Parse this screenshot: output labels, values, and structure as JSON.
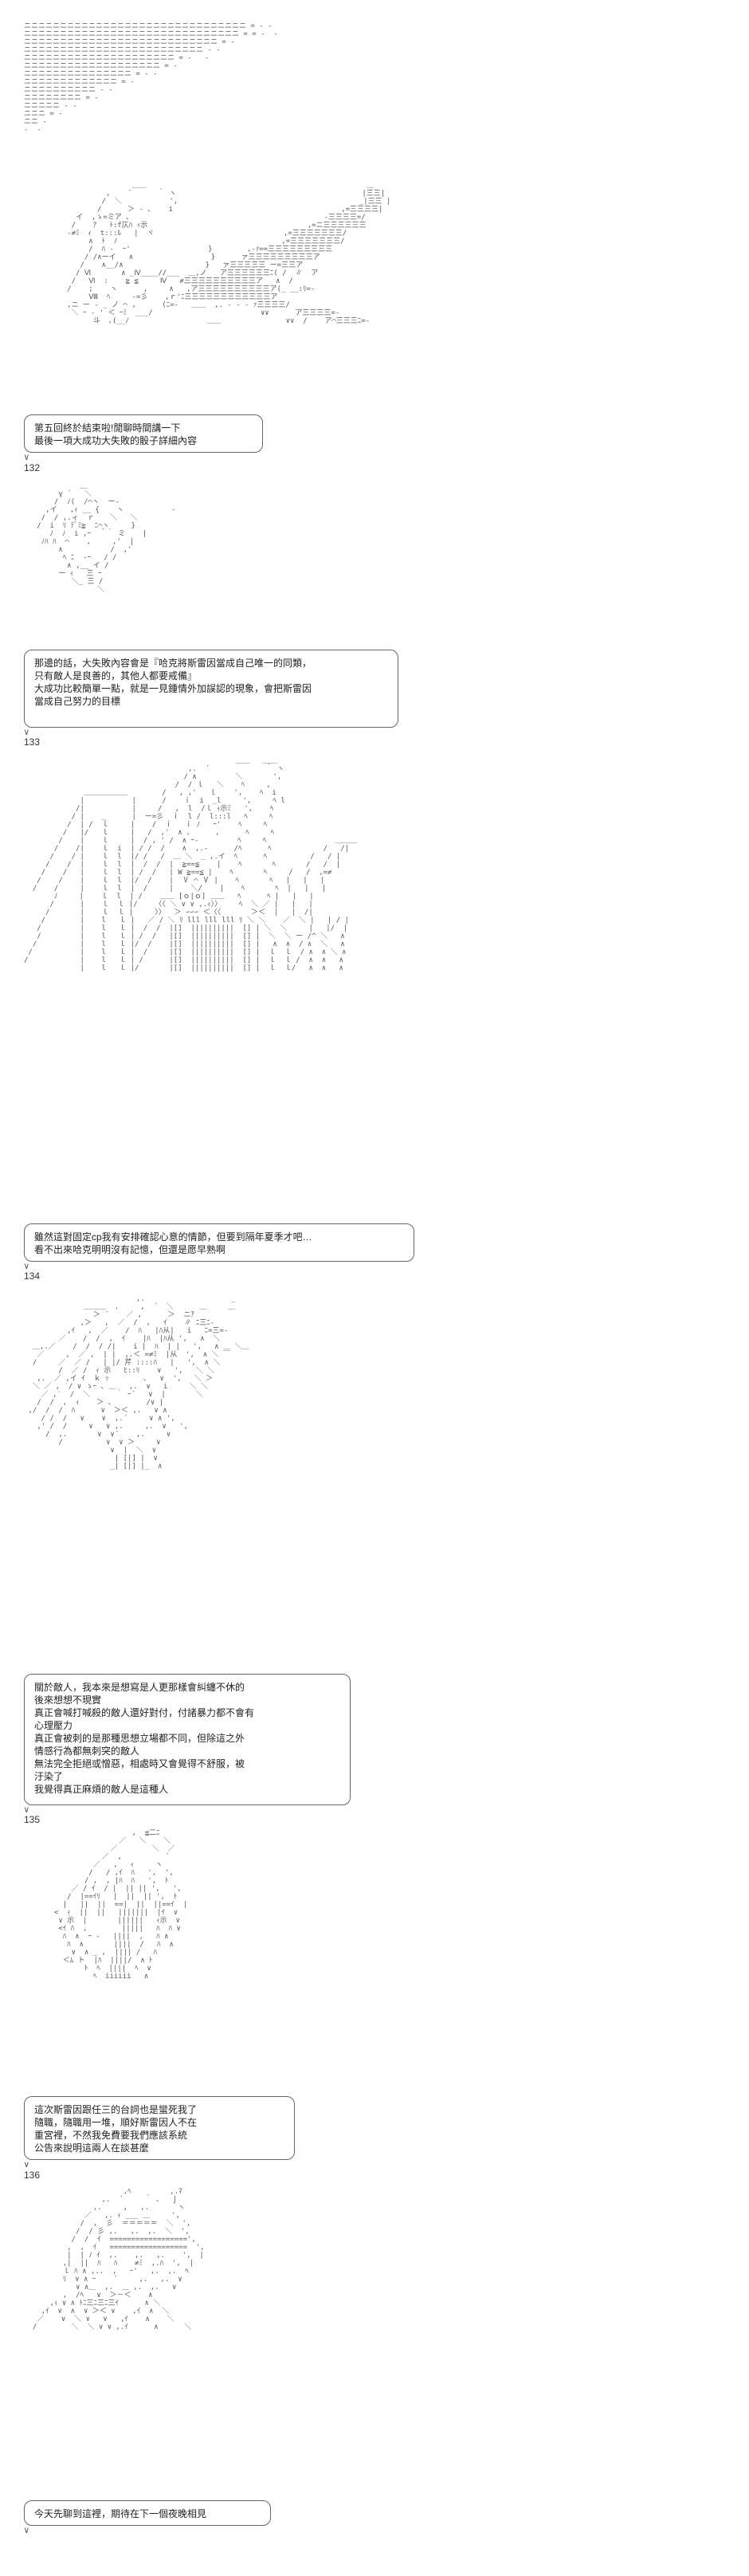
{
  "panels": [
    {
      "number": "132",
      "lines": [
        "第五回終於結束啦!閒聊時間講一下",
        "最後一項大成功大失敗的骰子詳細內容"
      ]
    },
    {
      "number": "133",
      "lines": [
        "那邊的話，大失敗內容會是『哈克將斯雷因當成自己唯一的同類，",
        "只有敵人是良善的，其他人都要戒備』",
        "大成功比較簡單一點，就是一見鍾情外加誤認的現象，會把斯雷因",
        "當成自己努力的目標"
      ]
    },
    {
      "number": "134",
      "lines": [
        "雖然這對固定cp我有安排確認心意的情節，但要到隔年夏季才吧…",
        "看不出來哈克明明沒有記憶，但還是愿早熟啊"
      ]
    },
    {
      "number": "135",
      "lines": [
        "關於敵人，我本來是想寫是人更那樣會糾纏不休的",
        "後來想想不現實",
        "真正會喊打喊殺的敵人還好對付，付諸暴力都不會有",
        "心理壓力",
        "真正會被刺的是那種思想立場都不同，但除這之外",
        "情感行為都無刺突的敵人",
        "無法完全拒絕或憎惡，相處時又會覺得不舒服，被",
        "汙染了",
        "我覺得真正麻煩的敵人是這種人"
      ]
    },
    {
      "number": "136",
      "lines": [
        "這次斯雷因跟任三的台詞也是蠻死我了",
        "隨職，隨職用一堆，順好斯雷因人不在",
        "重宮裡，不然我免費要我們應該系統",
        "公告來說明這兩人在談甚麼"
      ]
    },
    {
      "number": "",
      "lines": [
        "今天先聊到這裡，期待在下一個夜晚相見"
      ]
    }
  ]
}
